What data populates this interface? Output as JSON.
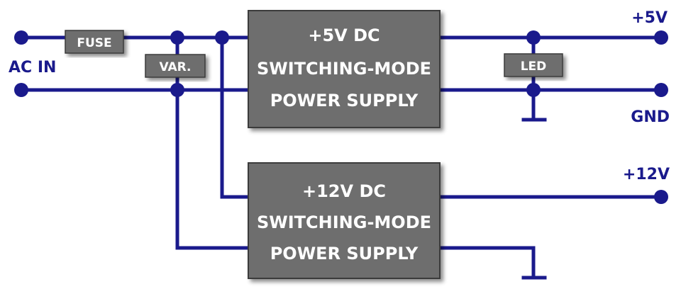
{
  "labels": {
    "ac_in": "AC IN",
    "plus5v": "+5V",
    "gnd": "GND",
    "plus12v": "+12V"
  },
  "components": {
    "fuse": "FUSE",
    "varistor": "VAR.",
    "led": "LED"
  },
  "psu_5v": {
    "line1": "+5V DC",
    "line2": "SWITCHING-MODE",
    "line3": "POWER SUPPLY"
  },
  "psu_12v": {
    "line1": "+12V DC",
    "line2": "SWITCHING-MODE",
    "line3": "POWER SUPPLY"
  },
  "colors": {
    "wire": "#1a1a8c",
    "box_fill": "#6e6e6e",
    "box_text": "#ffffff"
  }
}
